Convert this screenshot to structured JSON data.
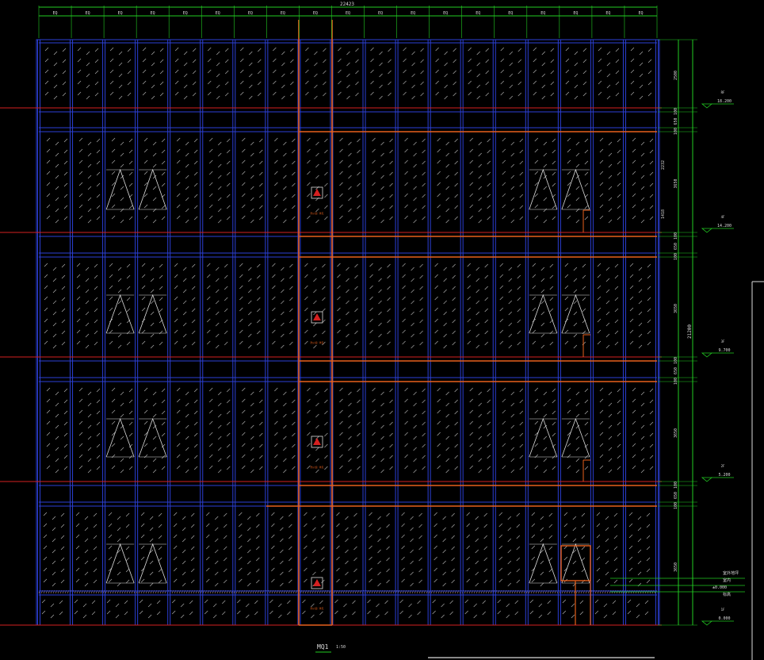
{
  "drawing": {
    "overall_width": "22423",
    "eq_label": "EQ",
    "module_count": 19,
    "right_dims": [
      "2500",
      "100",
      "650",
      "100",
      "3650",
      "100",
      "650",
      "100",
      "3650",
      "100",
      "650",
      "100",
      "3650",
      "100",
      "650",
      "100",
      "3650"
    ],
    "overall_height": "21200",
    "inner_dim_a": "2232",
    "inner_dim_b": "1418",
    "levels": [
      {
        "name": "RF",
        "elev": "18.200"
      },
      {
        "name": "4F",
        "elev": "14.200"
      },
      {
        "name": "3F",
        "elev": "9.700"
      },
      {
        "name": "2F",
        "elev": "5.200"
      },
      {
        "name": "1F",
        "elev": "0.000"
      }
    ],
    "ground_labels": [
      "室外地坪",
      "室内",
      "±0.000",
      "标高"
    ],
    "title": "MQ1",
    "scale": "1:50",
    "note_label": "防火窗 详见"
  },
  "colors": {
    "bg": "#000000",
    "mullion": "#2b3fd6",
    "mullion_light": "#5566ee",
    "orange": "#e8601c",
    "red": "#d42020",
    "green": "#22cc22",
    "white": "#dddddd",
    "hatch": "#b8b8b8"
  }
}
